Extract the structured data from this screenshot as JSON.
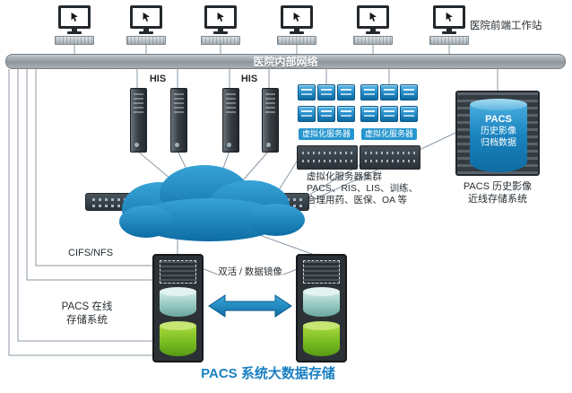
{
  "colors": {
    "accent_blue": "#1a7fc1",
    "cloud_blue": "#1d86c0",
    "cube_blue": "#1d85c2",
    "teal_cylinder": "#8fc3bc",
    "green_cylinder": "#7cbf24",
    "network_bar_gray": "#9aa1a7"
  },
  "icons": {
    "workstation": "monitor-with-cursor",
    "server_tower": "tower-server",
    "virtualization_node": "blue-server-cube",
    "rack": "rack-unit",
    "switch": "network-switch",
    "cloud": "network-cloud",
    "storage_array": "disk-array",
    "database": "cylinder",
    "mirror_arrow": "double-arrow"
  },
  "diagram": {
    "title": "PACS 系统大数据存储",
    "network": {
      "label": "医院内部网络"
    },
    "workstations": {
      "label": "医院前端工作站"
    },
    "his": {
      "left": "HIS",
      "right": "HIS"
    },
    "virtualization": {
      "group1_label": "虚拟化服务器",
      "group2_label": "虚拟化服务器",
      "cluster_caption": [
        "虚拟化服务器集群",
        "PACS、RIS、LIS、训练、",
        "合理用药、医保、OA 等"
      ]
    },
    "nearline": {
      "cylinder": [
        "PACS",
        "历史影像",
        "归档数据"
      ],
      "caption": [
        "PACS 历史影像",
        "近线存储系统"
      ]
    },
    "online": {
      "protocol": "CIFS/NFS",
      "caption": [
        "PACS 在线",
        "存储系统"
      ],
      "mirror": "双活 / 数据镜像"
    }
  }
}
